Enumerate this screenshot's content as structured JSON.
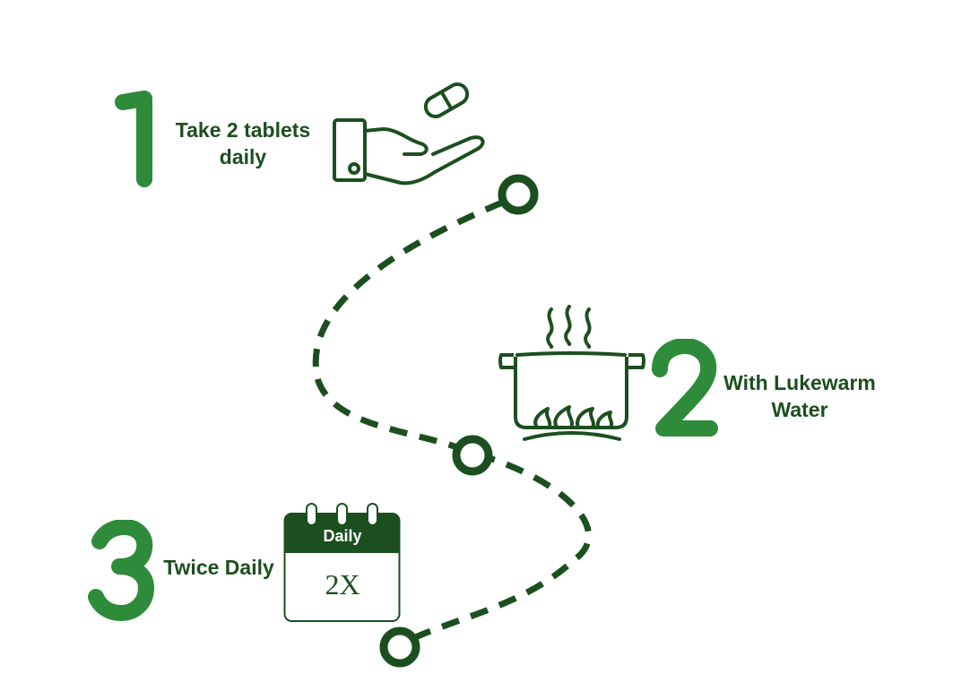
{
  "colors": {
    "dark_green": "#1c4f1f",
    "number_green": "#2e8b3a",
    "background": "#ffffff"
  },
  "steps": [
    {
      "number": "1",
      "label": [
        "Take 2 tablets",
        "daily"
      ],
      "icon": "hand-with-pill-icon"
    },
    {
      "number": "2",
      "label": [
        "With Lukewarm",
        "Water"
      ],
      "icon": "boiling-pot-icon"
    },
    {
      "number": "3",
      "label": [
        "Twice Daily"
      ],
      "icon": "calendar-icon"
    }
  ],
  "calendar": {
    "header": "Daily",
    "value": "2X"
  }
}
